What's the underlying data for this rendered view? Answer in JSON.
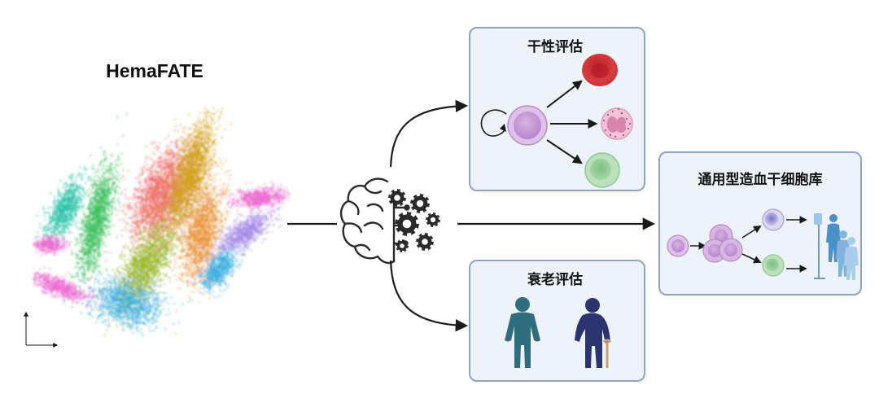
{
  "title": "HemaFATE",
  "panels": {
    "stemness": {
      "title": "干性评估"
    },
    "aging": {
      "title": "衰老评估"
    },
    "library": {
      "title": "通用型造血干细胞库"
    }
  },
  "colors": {
    "panel_fill": "#eef2fb",
    "panel_stroke": "#8ea2cc",
    "arrow": "#1a1a1a",
    "stem_cell": "#c99cd6",
    "red_cell": "#d6343a",
    "granulocyte": "#eab0c8",
    "lymph_cell": "#8cc98e",
    "figure_young": "#2f6e7e",
    "figure_old": "#2c3470",
    "umap_clusters": [
      "#ef6f6c",
      "#d2a21a",
      "#e9933a",
      "#9ab82e",
      "#3cbf5e",
      "#27c1a8",
      "#37aee0",
      "#a58be8",
      "#ec6ad2"
    ]
  },
  "icons": {
    "brain": "brain-gear-icon",
    "young_person": "person-icon",
    "old_person": "elderly-person-icon",
    "patients": "patient-iv-icon"
  }
}
